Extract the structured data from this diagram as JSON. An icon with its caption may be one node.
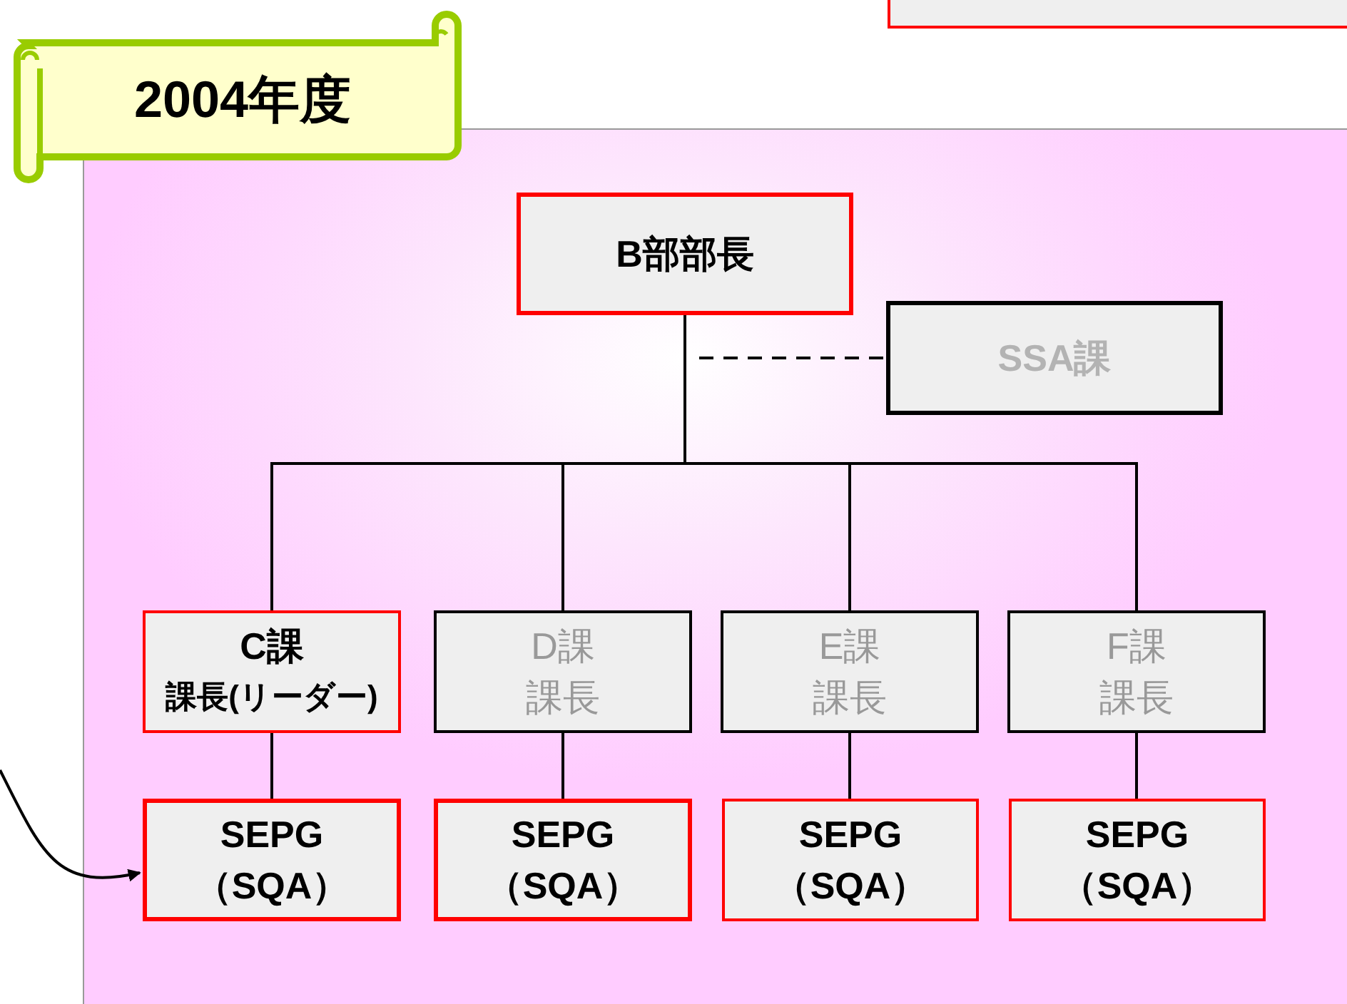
{
  "diagram": {
    "title": "2004年度",
    "nodes": [
      {
        "text": [],
        "shape": "box"
      },
      {
        "text": [
          "B部部長"
        ]
      },
      {
        "text": [
          "SSA課"
        ]
      },
      {
        "text": [
          "C課",
          "課長(リーダー)"
        ]
      },
      {
        "text": [
          "D課",
          "課長"
        ]
      },
      {
        "text": [
          "E課",
          "課長"
        ]
      },
      {
        "text": [
          "F課",
          "課長"
        ]
      },
      {
        "text": [
          "SEPG",
          "（SQA）"
        ]
      },
      {
        "text": [
          "SEPG",
          "（SQA）"
        ]
      },
      {
        "text": [
          "SEPG",
          "（SQA）"
        ]
      },
      {
        "text": [
          "SEPG",
          "（SQA）"
        ]
      }
    ],
    "edges": [
      {
        "from": 1,
        "to": 2,
        "arrow": "none",
        "style": "dashed"
      },
      {
        "from": 1,
        "to": 3,
        "arrow": "none"
      },
      {
        "from": 1,
        "to": 4,
        "arrow": "none"
      },
      {
        "from": 1,
        "to": 5,
        "arrow": "none"
      },
      {
        "from": 1,
        "to": 6,
        "arrow": "none"
      },
      {
        "from": 3,
        "to": 7,
        "arrow": "none"
      },
      {
        "from": 4,
        "to": 8,
        "arrow": "none"
      },
      {
        "from": 5,
        "to": 9,
        "arrow": "none"
      },
      {
        "from": 6,
        "to": 10,
        "arrow": "none"
      },
      {
        "from": null,
        "to": 7,
        "arrow": "to"
      }
    ]
  }
}
